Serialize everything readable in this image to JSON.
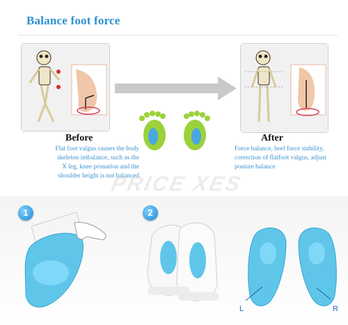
{
  "title": "Balance foot force",
  "before": {
    "label": "Before",
    "description_lines": [
      "Flat foot valgus causes the body",
      "skeleton imbalance, such as the",
      "X leg,  knee pronation and the",
      "shoulder height is not balanced"
    ]
  },
  "after": {
    "label": "After",
    "description_lines": [
      "Force balance, heel force stability,",
      "correction of flatfoot valgus, adjust",
      "posture balance"
    ]
  },
  "watermark": "PRICE XES",
  "steps": [
    {
      "number": "1"
    },
    {
      "number": "2"
    }
  ],
  "insole_labels": {
    "left": "L",
    "right": "R"
  },
  "colors": {
    "title": "#2d8fd0",
    "description": "#3a93cf",
    "insole": "#5fc6ea",
    "badge": "#1f86d6",
    "footprint": "#9bd23a"
  }
}
